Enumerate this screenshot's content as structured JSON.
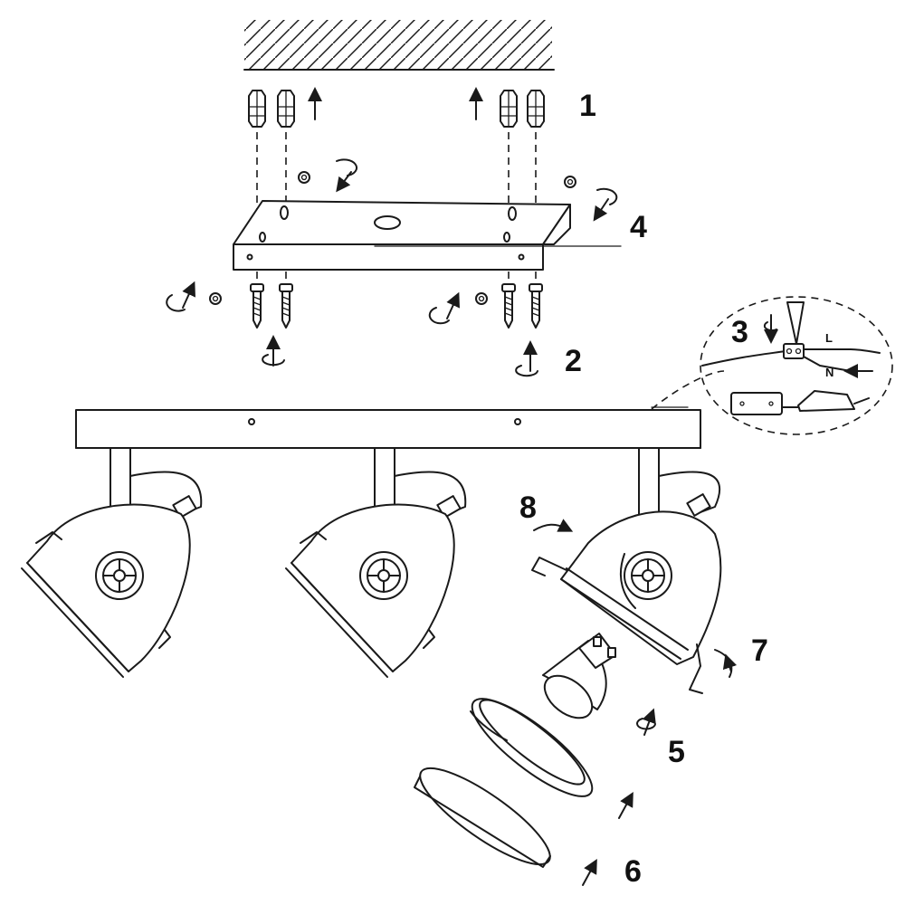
{
  "callouts": {
    "step1": "1",
    "step2": "2",
    "step3": "3",
    "step4": "4",
    "step5": "5",
    "step6": "6",
    "step7": "7",
    "step8": "8"
  },
  "wiring": {
    "live": "L",
    "neutral": "N"
  },
  "colors": {
    "line": "#1a1a1a",
    "background": "#ffffff"
  }
}
